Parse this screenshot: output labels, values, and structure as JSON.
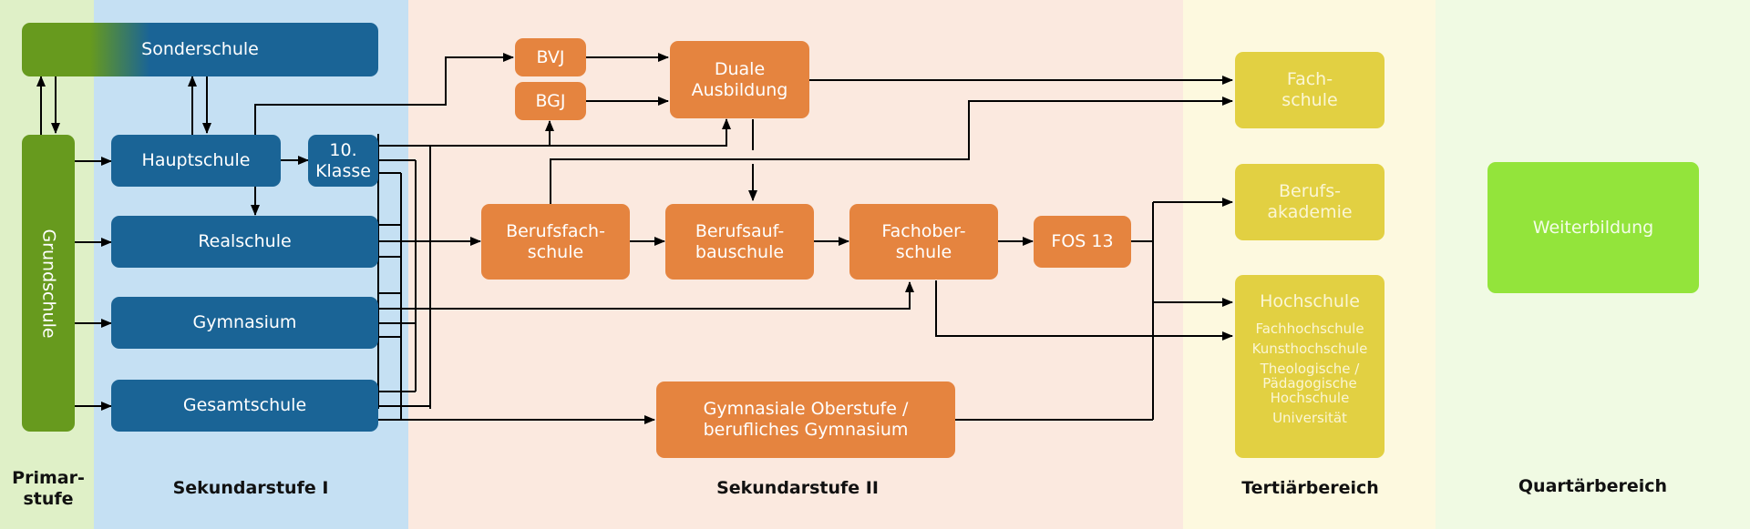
{
  "bands": {
    "primar": "Primar-\nstufe",
    "sek1": "Sekundarstufe I",
    "sek2": "Sekundarstufe II",
    "tertiaer": "Tertiärbereich",
    "quartaer": "Quartärbereich"
  },
  "boxes": {
    "sonderschule": "Sonderschule",
    "grundschule": "Grundschule",
    "hauptschule": "Hauptschule",
    "klasse10": "10.\nKlasse",
    "realschule": "Realschule",
    "gymnasium": "Gymnasium",
    "gesamtschule": "Gesamtschule",
    "bvj": "BVJ",
    "bgj": "BGJ",
    "duale": "Duale\nAusbildung",
    "berufsfachschule": "Berufsfach-\nschule",
    "berufsaufbauschule": "Berufsauf-\nbauschule",
    "fachoberschule": "Fachober-\nschule",
    "fos13": "FOS 13",
    "gym_oberstufe": "Gymnasiale Oberstufe /\nberufliches Gymnasium",
    "fachschule": "Fach-\nschule",
    "berufsakademie": "Berufs-\nakademie",
    "hochschule": "Hochschule",
    "weiterbildung": "Weiterbildung"
  },
  "hochschule_types": {
    "fh": "Fachhochschule",
    "kh": "Kunsthochschule",
    "th": "Theologische /\nPädagogische\nHochschule",
    "uni": "Universität"
  },
  "colors": {
    "primar_band": "#dff0c7",
    "sek1_band": "#c5e0f3",
    "sek2_band": "#fbe9df",
    "tertiaer_band": "#fdf9df",
    "quartaer_band": "#f0fae3",
    "primary_green": "#679a1e",
    "blue": "#1a6496",
    "orange": "#e5843f",
    "yellow": "#e2d042",
    "lime": "#93e43b"
  }
}
